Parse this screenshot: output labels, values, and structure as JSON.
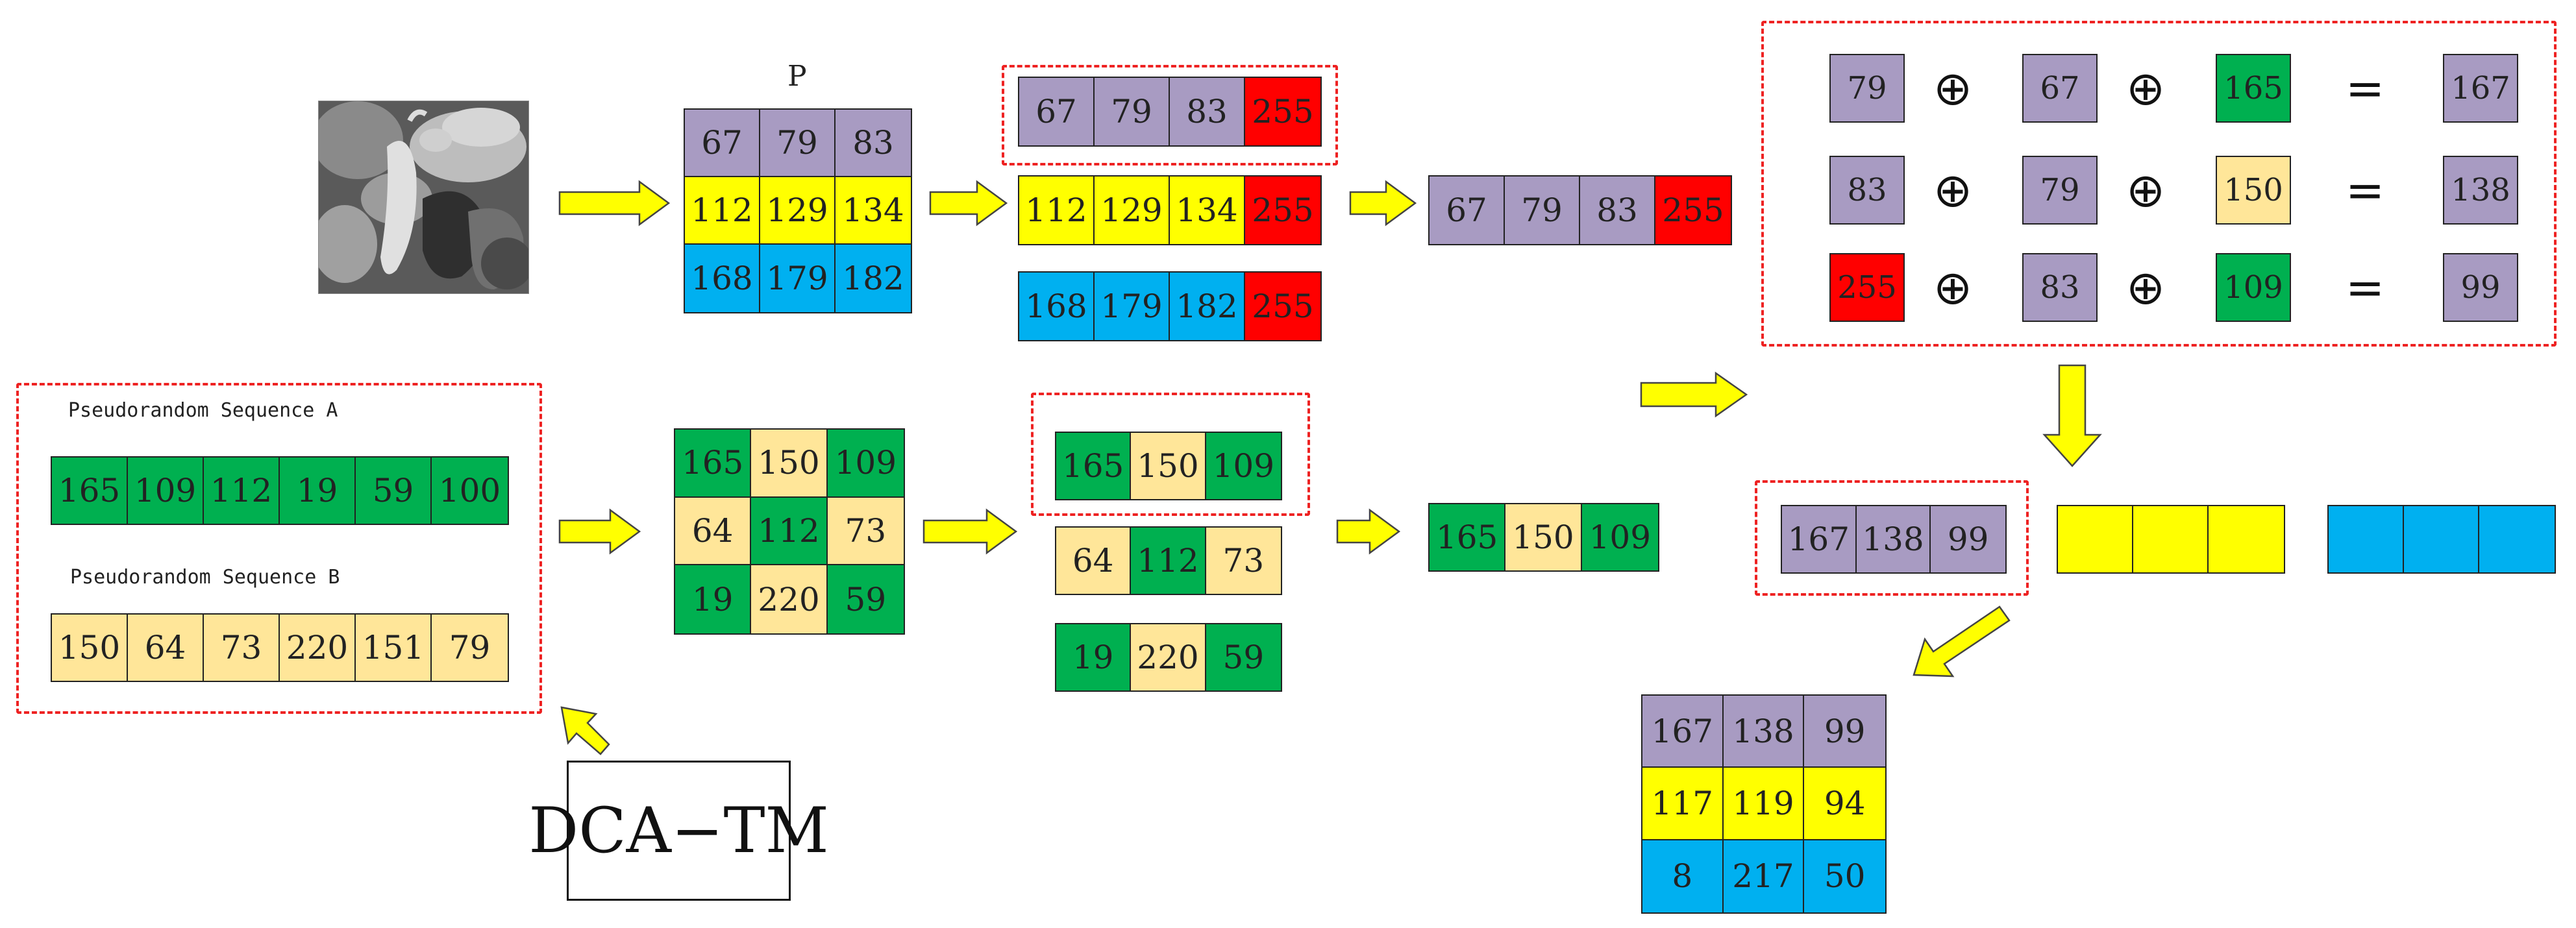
{
  "colors": {
    "purple": "#a89bc2",
    "yellow": "#ffff00",
    "blue": "#00b0f0",
    "red": "#ff0000",
    "green": "#00b050",
    "beige": "#ffe699",
    "arrow_fill": "#ffff00",
    "dashed_border": "#ee2222"
  },
  "source_image": {
    "description_icon": "peppers-grayscale-image"
  },
  "matrix_p": {
    "label": "P",
    "rows": [
      {
        "color": "purple",
        "values": [
          "67",
          "79",
          "83"
        ]
      },
      {
        "color": "yellow",
        "values": [
          "112",
          "129",
          "134"
        ]
      },
      {
        "color": "blue",
        "values": [
          "168",
          "179",
          "182"
        ]
      }
    ]
  },
  "padded_rows": [
    {
      "color": "purple",
      "values": [
        "67",
        "79",
        "83"
      ],
      "pad": "255"
    },
    {
      "color": "yellow",
      "values": [
        "112",
        "129",
        "134"
      ],
      "pad": "255"
    },
    {
      "color": "blue",
      "values": [
        "168",
        "179",
        "182"
      ],
      "pad": "255"
    }
  ],
  "selected_padded_row": {
    "color": "purple",
    "values": [
      "67",
      "79",
      "83"
    ],
    "pad": "255"
  },
  "xor_ops": {
    "xor_symbol": "⊕",
    "eq_symbol": "=",
    "rows": [
      {
        "a": {
          "v": "79",
          "c": "purple"
        },
        "b": {
          "v": "67",
          "c": "purple"
        },
        "k": {
          "v": "165",
          "c": "green"
        },
        "r": {
          "v": "167",
          "c": "purple"
        }
      },
      {
        "a": {
          "v": "83",
          "c": "purple"
        },
        "b": {
          "v": "79",
          "c": "purple"
        },
        "k": {
          "v": "150",
          "c": "beige"
        },
        "r": {
          "v": "138",
          "c": "purple"
        }
      },
      {
        "a": {
          "v": "255",
          "c": "red"
        },
        "b": {
          "v": "83",
          "c": "purple"
        },
        "k": {
          "v": "109",
          "c": "green"
        },
        "r": {
          "v": "99",
          "c": "purple"
        }
      }
    ]
  },
  "sequence_a": {
    "label": "Pseudorandom Sequence A",
    "values": [
      "165",
      "109",
      "112",
      "19",
      "59",
      "100"
    ]
  },
  "sequence_b": {
    "label": "Pseudorandom Sequence B",
    "values": [
      "150",
      "64",
      "73",
      "220",
      "151",
      "79"
    ]
  },
  "key_matrix": {
    "rows": [
      [
        {
          "v": "165",
          "c": "green"
        },
        {
          "v": "150",
          "c": "beige"
        },
        {
          "v": "109",
          "c": "green"
        }
      ],
      [
        {
          "v": "64",
          "c": "beige"
        },
        {
          "v": "112",
          "c": "green"
        },
        {
          "v": "73",
          "c": "beige"
        }
      ],
      [
        {
          "v": "19",
          "c": "green"
        },
        {
          "v": "220",
          "c": "beige"
        },
        {
          "v": "59",
          "c": "green"
        }
      ]
    ]
  },
  "key_rows": [
    [
      {
        "v": "165",
        "c": "green"
      },
      {
        "v": "150",
        "c": "beige"
      },
      {
        "v": "109",
        "c": "green"
      }
    ],
    [
      {
        "v": "64",
        "c": "beige"
      },
      {
        "v": "112",
        "c": "green"
      },
      {
        "v": "73",
        "c": "beige"
      }
    ],
    [
      {
        "v": "19",
        "c": "green"
      },
      {
        "v": "220",
        "c": "beige"
      },
      {
        "v": "59",
        "c": "green"
      }
    ]
  ],
  "selected_key_row": [
    {
      "v": "165",
      "c": "green"
    },
    {
      "v": "150",
      "c": "beige"
    },
    {
      "v": "109",
      "c": "green"
    }
  ],
  "result_row": {
    "color": "purple",
    "values": [
      "167",
      "138",
      "99"
    ]
  },
  "pending_rows": [
    {
      "color": "yellow",
      "values": [
        "",
        "",
        ""
      ]
    },
    {
      "color": "blue",
      "values": [
        "",
        "",
        ""
      ]
    }
  ],
  "cipher_matrix": {
    "rows": [
      {
        "color": "purple",
        "values": [
          "167",
          "138",
          "99"
        ]
      },
      {
        "color": "yellow",
        "values": [
          "117",
          "119",
          "94"
        ]
      },
      {
        "color": "blue",
        "values": [
          "8",
          "217",
          "50"
        ]
      }
    ]
  },
  "dca_box": {
    "label": "DCA−TM"
  }
}
